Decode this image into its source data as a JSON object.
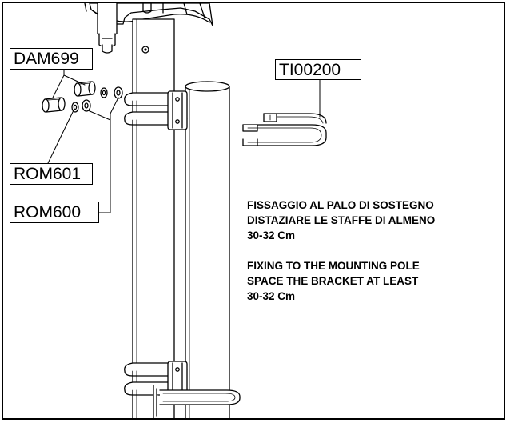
{
  "labels": {
    "dam699": "DAM699",
    "rom601": "ROM601",
    "rom600": "ROM600",
    "ti00200": "TI00200"
  },
  "instructions_it": {
    "line1": "FISSAGGIO AL PALO DI SOSTEGNO",
    "line2": "DISTAZIARE LE STAFFE DI ALMENO",
    "line3": "30-32 Cm"
  },
  "instructions_en": {
    "line1": "FIXING TO THE MOUNTING POLE",
    "line2": "SPACE THE BRACKET AT LEAST",
    "line3": "30-32 Cm"
  },
  "colors": {
    "line": "#000000",
    "background": "#ffffff",
    "shade": "#e8e8e8"
  }
}
